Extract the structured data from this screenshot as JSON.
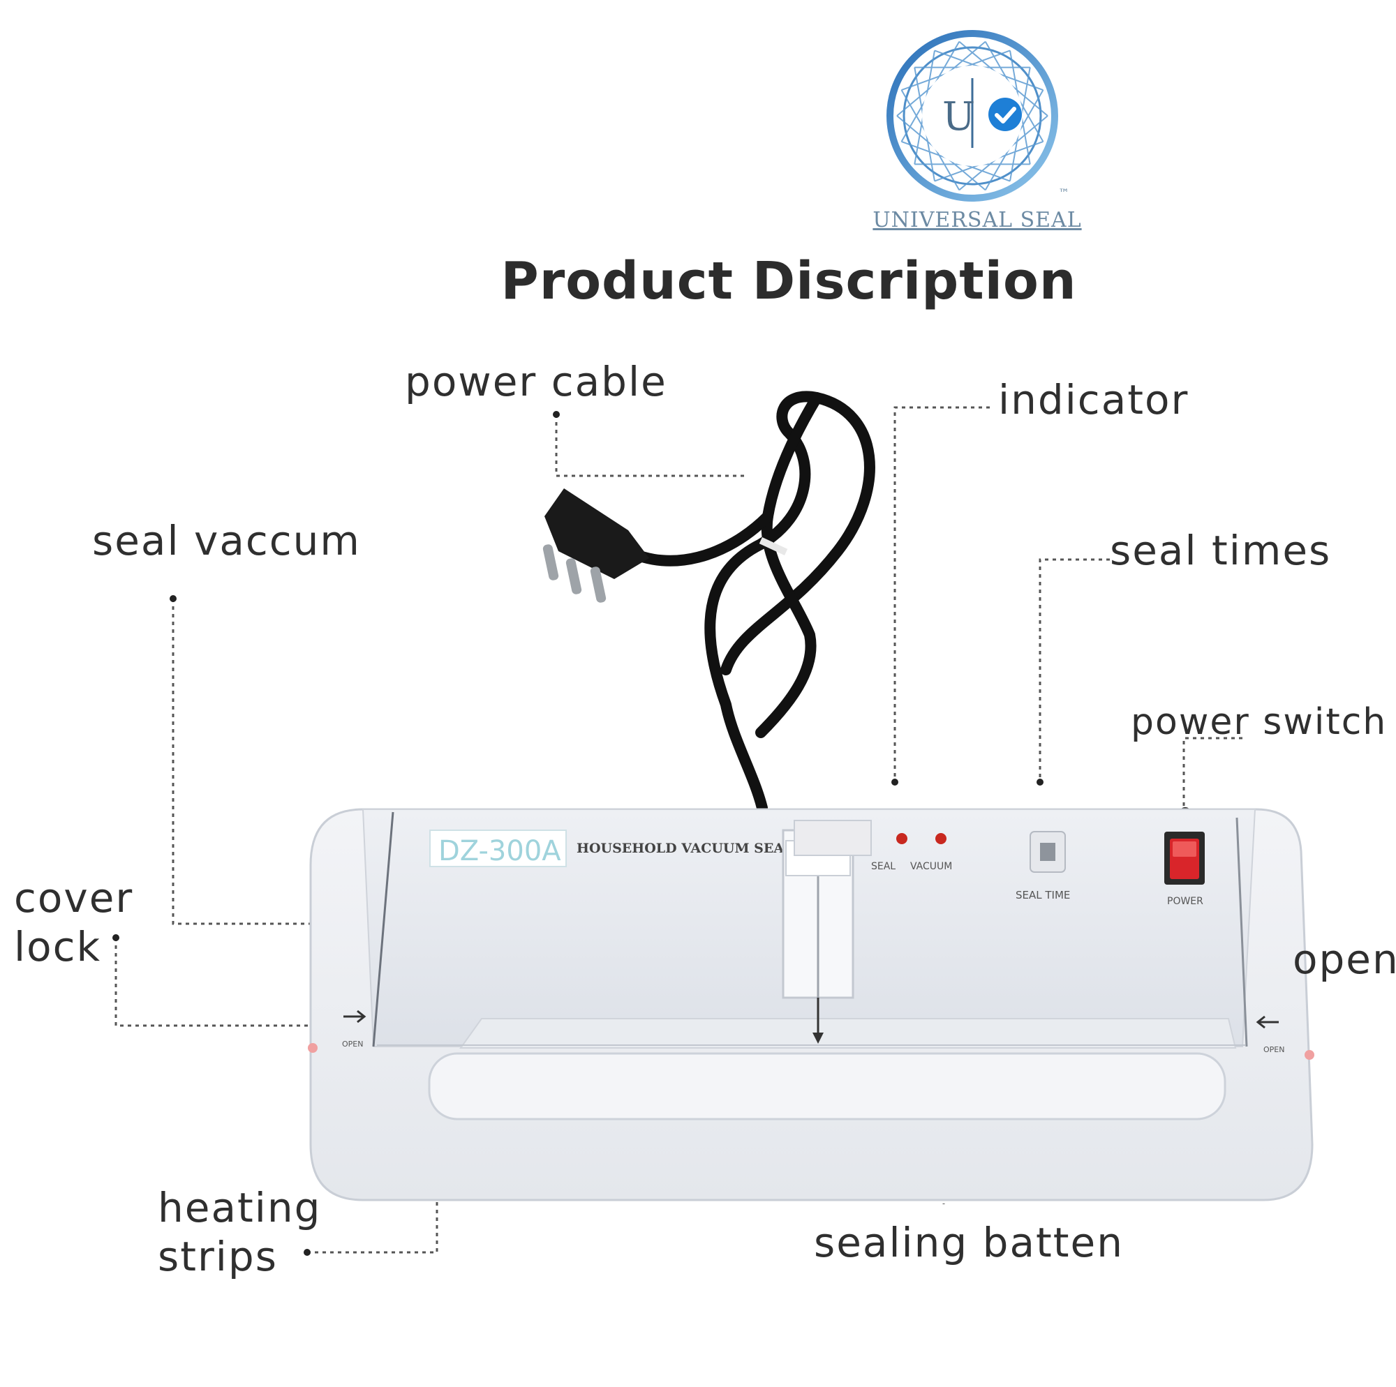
{
  "brand": {
    "name": "UNIVERSAL SEAL",
    "monogram": "U",
    "tm": "™",
    "color": "#1e7fd6"
  },
  "title": "Product Discription",
  "product": {
    "model": "DZ-300A",
    "caption": "HOUSEHOLD VACUUM SEALER",
    "panel": {
      "seal": "SEAL",
      "vacuum": "VACUUM",
      "seal_time": "SEAL TIME",
      "power": "POWER",
      "open": "OPEN"
    }
  },
  "labels": {
    "power_cable": "power cable",
    "indicator": "indicator",
    "seal_vaccum": "seal vaccum",
    "seal_times": "seal times",
    "power_switch": "power switch",
    "cover_lock": "cover\nlock",
    "open": "open",
    "heating_strips": "heating\nstrips",
    "sealing_batten": "sealing batten"
  },
  "colors": {
    "label_text": "#2f2f2f",
    "leader": "#555555",
    "device_body": "#e6e9ef",
    "switch_red": "#d9252a",
    "indicator_red": "#c8281f",
    "cable": "#111111"
  }
}
